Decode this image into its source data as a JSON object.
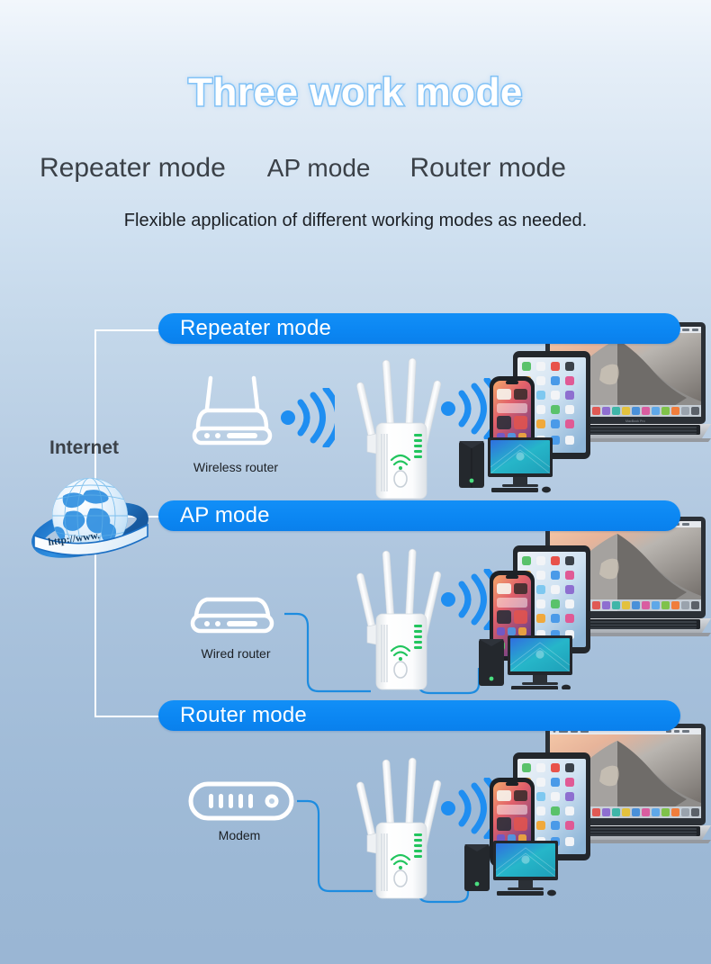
{
  "header": {
    "title": "Three work mode",
    "mode_words": [
      "Repeater mode",
      "AP mode",
      "Router mode"
    ],
    "subtitle": "Flexible application of different working modes as needed."
  },
  "internet": {
    "label": "Internet",
    "globe_url_text": "http://www.",
    "globe_icon": "globe-internet-icon"
  },
  "colors": {
    "banner_blue": "#0b86f5",
    "wifi_blue": "#1f8ef1",
    "cable_blue": "#1d8ce0",
    "led_green": "#22c55e",
    "text_dark": "#3b4148",
    "title_outline": "#7fc0f5",
    "bg_top": "#f2f7fc",
    "bg_bottom": "#9ab6d4"
  },
  "sections": [
    {
      "id": "repeater",
      "banner_label": "Repeater mode",
      "source_device": {
        "icon": "wireless-router-icon",
        "label": "Wireless router"
      },
      "link_type": "wifi",
      "repeater_icon": "wifi-range-extender-icon",
      "client_devices": [
        "smartphone",
        "tablet",
        "laptop",
        "desktop-pc"
      ]
    },
    {
      "id": "ap",
      "banner_label": "AP mode",
      "source_device": {
        "icon": "wired-router-icon",
        "label": "Wired router"
      },
      "link_type": "cable",
      "repeater_icon": "wifi-range-extender-icon",
      "client_devices": [
        "smartphone",
        "tablet",
        "laptop",
        "desktop-pc"
      ]
    },
    {
      "id": "router",
      "banner_label": "Router mode",
      "source_device": {
        "icon": "modem-icon",
        "label": "Modem"
      },
      "link_type": "cable",
      "repeater_icon": "wifi-range-extender-icon",
      "client_devices": [
        "smartphone",
        "tablet",
        "laptop",
        "desktop-pc"
      ]
    }
  ]
}
